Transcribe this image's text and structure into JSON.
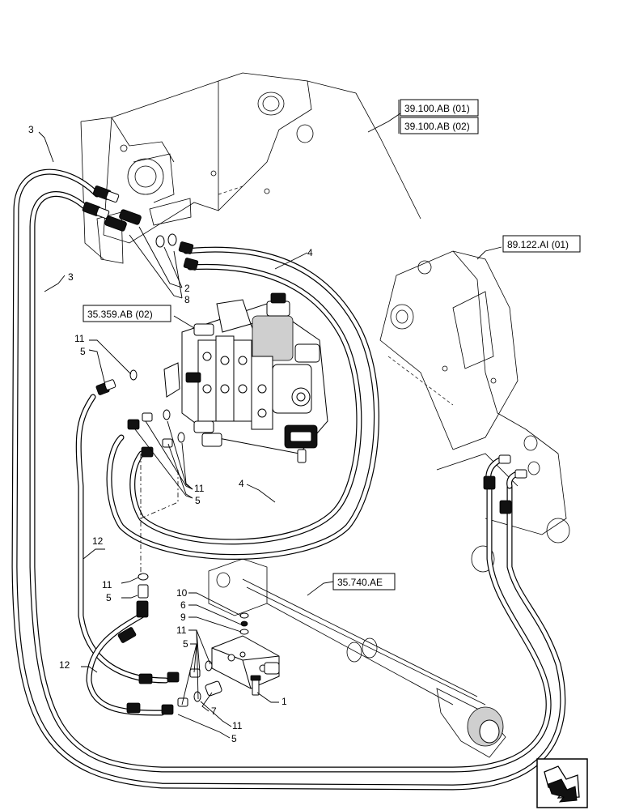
{
  "references": [
    {
      "id": "ref-39-100-ab-01",
      "label": "39.100.AB (01)"
    },
    {
      "id": "ref-39-100-ab-02",
      "label": "39.100.AB (02)"
    },
    {
      "id": "ref-89-122-ai-01",
      "label": "89.122.AI (01)"
    },
    {
      "id": "ref-35-359-ab-02",
      "label": "35.359.AB (02)"
    },
    {
      "id": "ref-35-740-ae",
      "label": "35.740.AE"
    }
  ],
  "callouts": {
    "c3a": "3",
    "c3b": "3",
    "c2": "2",
    "c8": "8",
    "c4a": "4",
    "c4b": "4",
    "c11a": "11",
    "c5a": "5",
    "c11b": "11",
    "c5b": "5",
    "c12a": "12",
    "c11c": "11",
    "c5c": "5",
    "c10": "10",
    "c6": "6",
    "c9": "9",
    "c11d": "11",
    "c5d": "5",
    "c12b": "12",
    "c1": "1",
    "c7": "7",
    "c11e": "11",
    "c5e": "5"
  },
  "nav_icon": "next-page-arrow-icon"
}
